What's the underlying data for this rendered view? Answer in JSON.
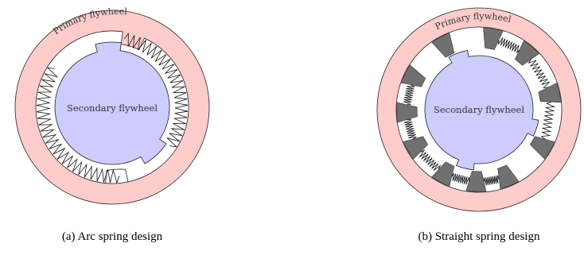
{
  "panels": [
    {
      "id": "arc",
      "caption": "(a) Arc spring design",
      "outer_label": "Primary flywheel",
      "inner_label": "Secondary flywheel"
    },
    {
      "id": "straight",
      "caption": "(b) Straight spring design",
      "outer_label": "Primary flywheel",
      "inner_label": "Secondary flywheel"
    }
  ],
  "colors": {
    "primary_flywheel": "#ffcccc",
    "secondary_flywheel": "#ccccff",
    "spring_seat": "#707070",
    "outline": "#222222"
  }
}
